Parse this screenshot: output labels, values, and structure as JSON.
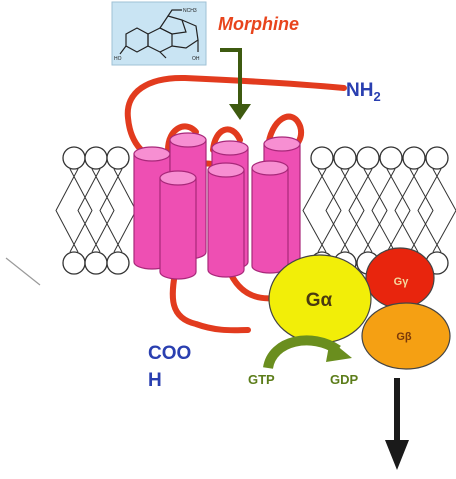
{
  "labels": {
    "drug": "Morphine",
    "n_terminus_main": "NH",
    "n_terminus_sub": "2",
    "c_terminus_line1": "COO",
    "c_terminus_line2": "H",
    "g_alpha": "Gα",
    "g_beta": "Gβ",
    "g_gamma": "Gγ",
    "gtp": "GTP",
    "gdp": "GDP"
  },
  "colors": {
    "drug_label": "#e8441c",
    "terminus_label": "#2a3fb0",
    "helix_fill": "#ee4fb3",
    "helix_top": "#f78fd2",
    "loop": "#e23b1e",
    "g_alpha": "#f2ee08",
    "g_beta": "#f5a013",
    "g_gamma": "#e8250d",
    "nucleotide_arrow": "#6a8e1e",
    "nucleotide_label": "#5c7d1a",
    "ligand_arrow": "#3e5a10",
    "signal_arrow": "#1a1a1a",
    "structure_box": "#c9e4f3"
  },
  "icons": {
    "ligand_binding_arrow": "arrow-down-icon",
    "signal_arrow": "arrow-down-icon",
    "exchange_arrow": "curved-arrow-icon"
  }
}
